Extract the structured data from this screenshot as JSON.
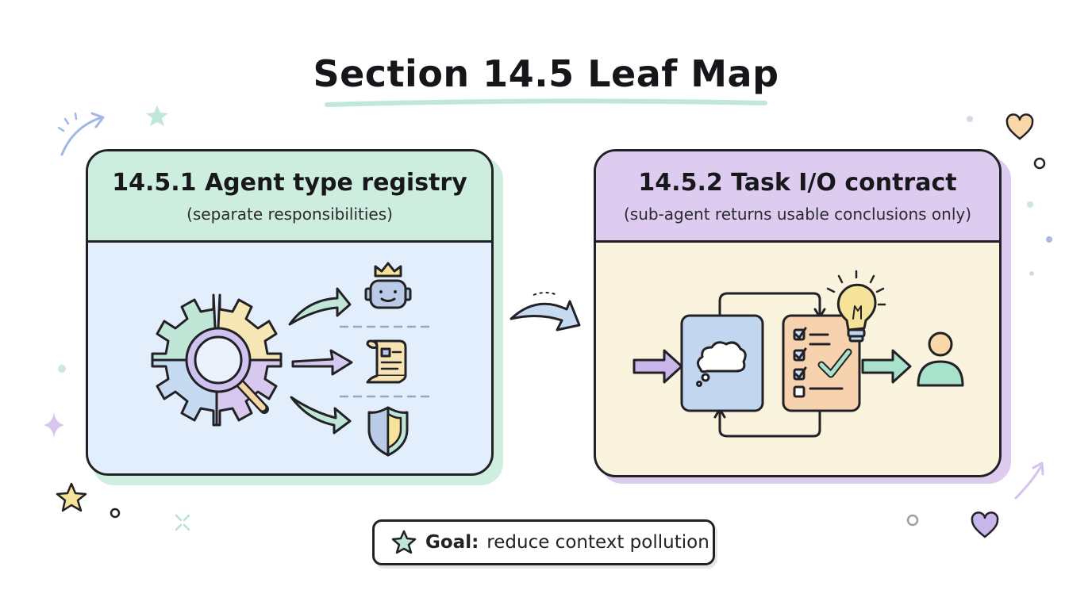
{
  "title": "Section 14.5 Leaf Map",
  "colors": {
    "ink": "#222226",
    "mint": "#cdeedf",
    "lavender": "#ddccf0",
    "sky": "#e2eefb",
    "cream": "#faf3de"
  },
  "panels": [
    {
      "heading": "14.5.1 Agent type registry",
      "subtitle": "(separate responsibilities)",
      "icons": [
        "gear-icon",
        "magnifier-icon",
        "robot-crown-icon",
        "scroll-document-icon",
        "shield-icon"
      ]
    },
    {
      "heading": "14.5.2 Task I/O contract",
      "subtitle": "(sub-agent returns usable conclusions only)",
      "icons": [
        "thought-cloud-icon",
        "checklist-icon",
        "lightbulb-icon",
        "user-icon"
      ]
    }
  ],
  "goal": {
    "label": "Goal:",
    "text": "reduce context pollution",
    "icon": "star-icon"
  }
}
